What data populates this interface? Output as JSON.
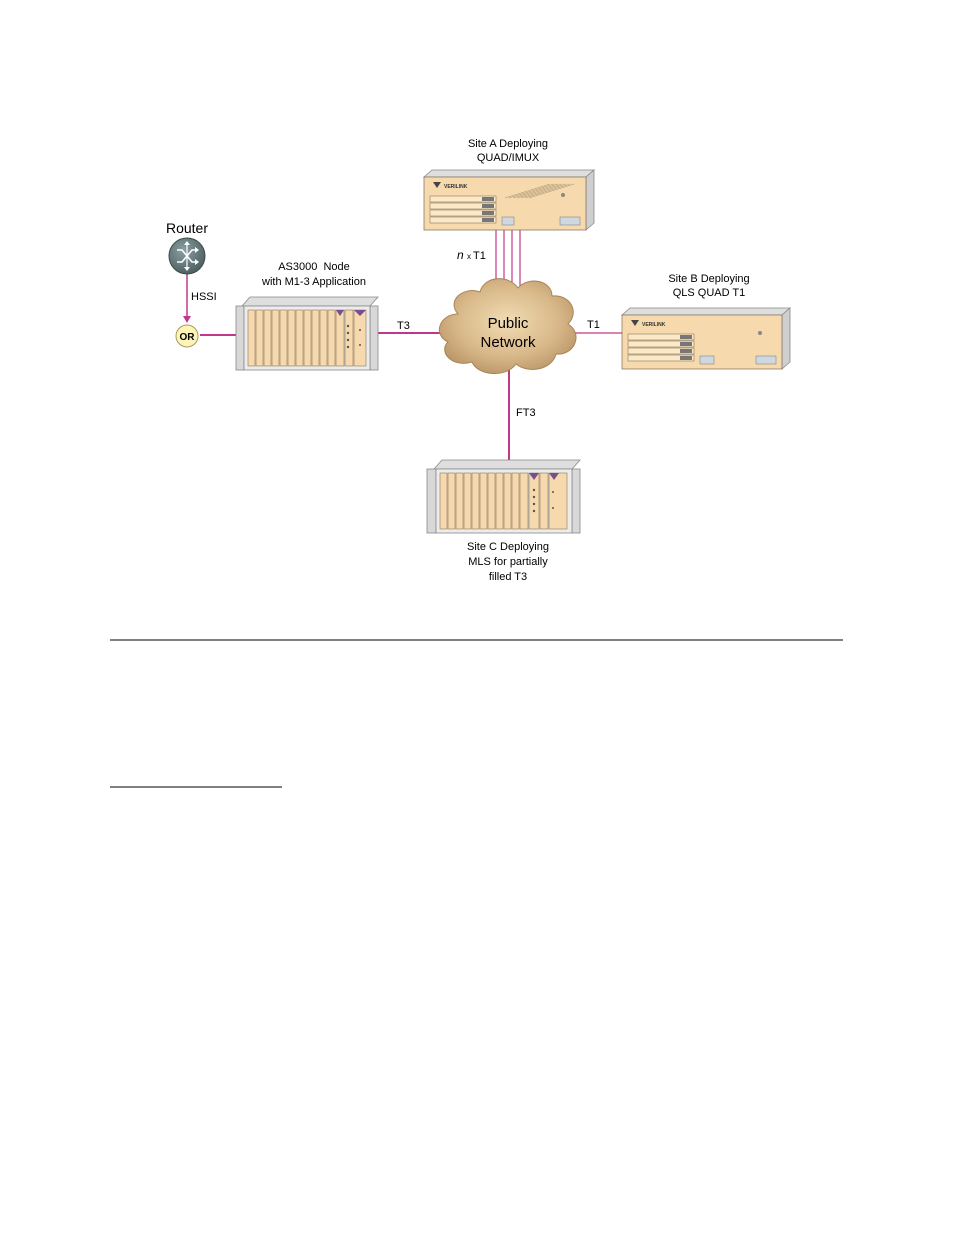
{
  "diagram": {
    "router": {
      "label": "Router",
      "icon": "router-icon"
    },
    "hssi_label": "HSSI",
    "or_badge": "OR",
    "as3000": {
      "line1": "AS3000  Node",
      "line2": "with M1-3 Application"
    },
    "site_a": {
      "line1": "Site A Deploying",
      "line2": "QUAD/IMUX"
    },
    "site_b": {
      "line1": "Site B Deploying",
      "line2": "QLS QUAD T1"
    },
    "site_c": {
      "line1": "Site C Deploying",
      "line2": "MLS for partially",
      "line3": "filled T3"
    },
    "cloud": {
      "line1": "Public",
      "line2": "Network"
    },
    "links": {
      "t3": "T3",
      "t1": "T1",
      "ft3": "FT3",
      "nxt1_n": "n",
      "nxt1_x": "x",
      "nxt1_t1": "T1"
    },
    "brand_text": "VERILINK"
  },
  "colors": {
    "link": "#c0388a",
    "card": "#f6d9ac",
    "chassis": "#ececec",
    "cloud": "#d2b48c",
    "router": "#5f7375",
    "or_fill": "#fdf5b8"
  }
}
